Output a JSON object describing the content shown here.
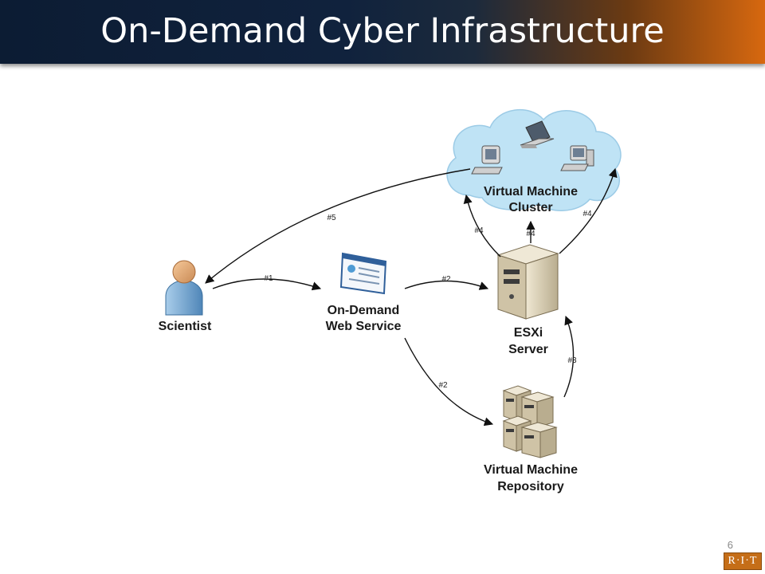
{
  "slide": {
    "title": "On-Demand Cyber Infrastructure",
    "page_number": "6",
    "logo_text": "R·I·T"
  },
  "nodes": {
    "scientist": {
      "label": "Scientist",
      "icon": "person-icon"
    },
    "web_service": {
      "label_line1": "On-Demand",
      "label_line2": "Web Service",
      "icon": "web-page-icon"
    },
    "esxi_server": {
      "label_line1": "ESXi",
      "label_line2": "Server",
      "icon": "server-tower-icon"
    },
    "vm_repository": {
      "label_line1": "Virtual Machine",
      "label_line2": "Repository",
      "icon": "server-rack-icon"
    },
    "vm_cluster": {
      "label_line1": "Virtual Machine",
      "label_line2": "Cluster",
      "icon": "cloud-icon"
    }
  },
  "edges": {
    "e1": "#1",
    "e2a": "#2",
    "e2b": "#2",
    "e3": "#3",
    "e4a": "#4",
    "e4b": "#4",
    "e4c": "#4",
    "e5": "#5"
  },
  "colors": {
    "title_dark": "#0c1c33",
    "title_orange": "#d7680f",
    "cloud": "#bfe3f5",
    "person": "#7fb0d8",
    "server": "#d8cdb4"
  }
}
